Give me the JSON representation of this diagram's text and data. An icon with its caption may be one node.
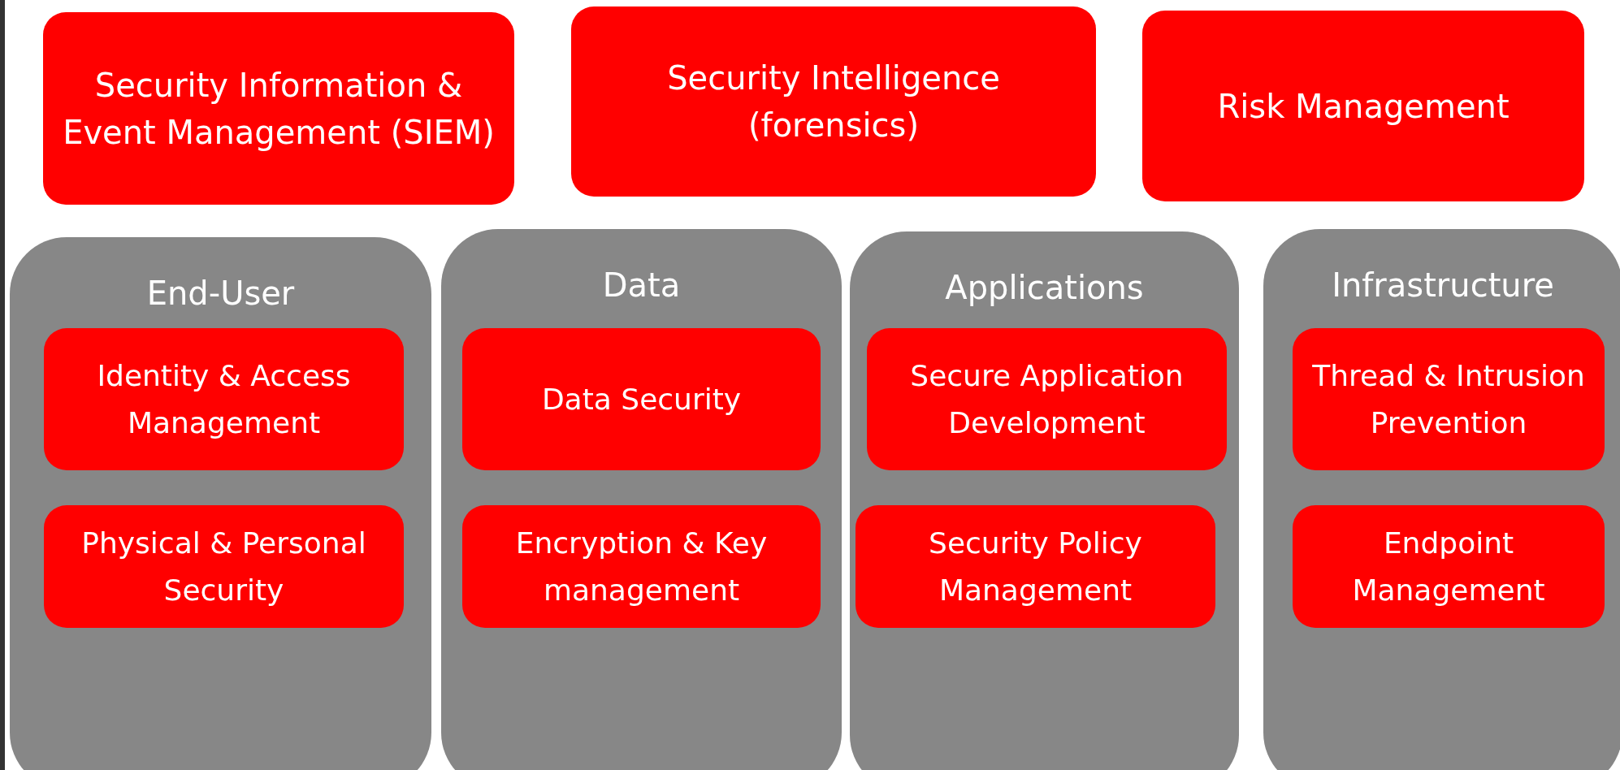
{
  "diagram": {
    "nodes": [
      {
        "text": [
          "Security Information & Event Management (SIEM)"
        ]
      },
      {
        "text": [
          "Security Intelligence (forensics)"
        ]
      },
      {
        "text": [
          "Risk Management"
        ]
      },
      {
        "text": [
          "End-User"
        ]
      },
      {
        "text": [
          "Identity & Access Management"
        ],
        "in": 3
      },
      {
        "text": [
          "Physical & Personal Security"
        ],
        "in": 3
      },
      {
        "text": [
          "Data"
        ]
      },
      {
        "text": [
          "Data Security"
        ],
        "in": 6
      },
      {
        "text": [
          "Encryption & Key management"
        ],
        "in": 6
      },
      {
        "text": [
          "Applications"
        ]
      },
      {
        "text": [
          "Secure Application Development"
        ],
        "in": 9
      },
      {
        "text": [
          "Security Policy Management"
        ],
        "in": 9
      },
      {
        "text": [
          "Infrastructure"
        ]
      },
      {
        "text": [
          "Thread & Intrusion Prevention"
        ],
        "in": 12
      },
      {
        "text": [
          "Endpoint Management"
        ],
        "in": 12
      }
    ]
  }
}
